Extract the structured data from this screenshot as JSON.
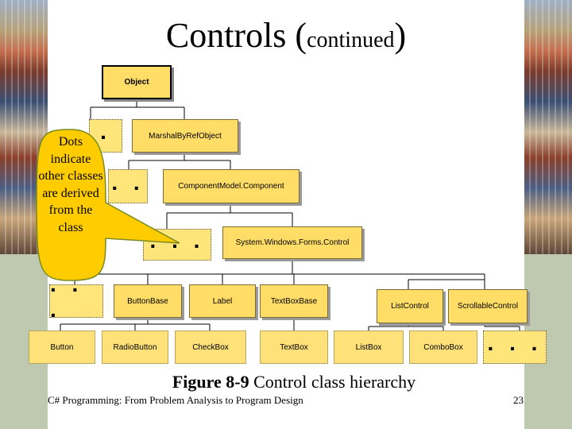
{
  "title": {
    "main": "Controls (",
    "small": "continued",
    "close": ")"
  },
  "nodes": {
    "object": "Object",
    "marshal": "MarshalByRefObject",
    "component": "ComponentModel.Component",
    "control": "System.Windows.Forms.Control",
    "button_base": "ButtonBase",
    "label": "Label",
    "textbox_base": "TextBoxBase",
    "list_control": "ListControl",
    "scrollable_control": "ScrollableControl",
    "button": "Button",
    "radio_button": "RadioButton",
    "check_box": "CheckBox",
    "text_box": "TextBox",
    "list_box": "ListBox",
    "combo_box": "ComboBox"
  },
  "dots": {
    "level1": ".",
    "level2": ". .",
    "level3": ". . .",
    "level4": ". . .",
    "level5": ". . ."
  },
  "callout": "Dots indicate other classes are derived from the class",
  "caption": {
    "figure": "Figure 8-9",
    "text": " Control class hierarchy"
  },
  "footer": {
    "left": "C# Programming: From Problem Analysis to Program Design",
    "page": "23"
  },
  "colors": {
    "box_fill": "#ffdd66",
    "callout_fill": "#ffcc00",
    "callout_border": "#7a8a20"
  }
}
